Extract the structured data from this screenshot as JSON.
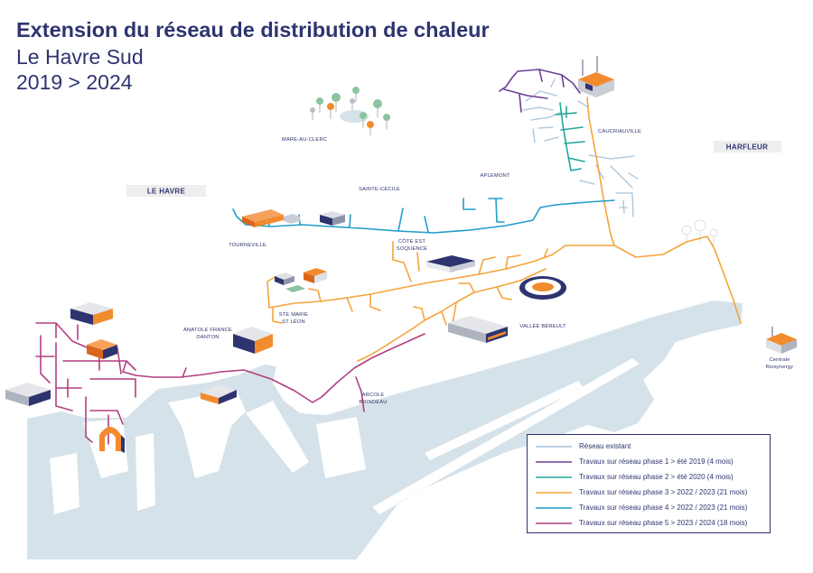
{
  "header": {
    "title": "Extension du réseau de distribution de chaleur",
    "subtitle": "Le Havre Sud",
    "period": "2019 > 2024"
  },
  "colors": {
    "navy": "#2e3470",
    "water": "#d6e2ea",
    "label_box": "#eeeeee"
  },
  "places": {
    "mare_au_clerc": "MARE-AU-CLERC",
    "caucriauville": "CAUCRIAUVILLE",
    "harfleur": "HARFLEUR",
    "le_havre": "LE HAVRE",
    "sainte_cecile": "SAINTE-CÉCILE",
    "aplemont": "APLEMONT",
    "tourneville": "TOURNEVILLE",
    "cote_est_soquence": [
      "CÔTE EST",
      "SOQUENCE"
    ],
    "ste_marie_st_leon": [
      "STE MARIE",
      "ST LÉON"
    ],
    "anatole_france_danton": [
      "ANATOLE FRANCE",
      "DANTON"
    ],
    "vallee_bereult": "VALLÉE BÉREULT",
    "arcole_brindeau": [
      "ARCOLE",
      "BRINDEAU"
    ],
    "centrale_biosynergy": [
      "Centrale",
      "Biosynergy"
    ]
  },
  "legend": [
    {
      "label": "Réseau existant",
      "color": "#a7c3db"
    },
    {
      "label": "Travaux sur réseau phase 1 > été 2019 (4 mois)",
      "color": "#6b3f98"
    },
    {
      "label": "Travaux sur réseau phase 2 > été 2020 (4 mois)",
      "color": "#1fa79b"
    },
    {
      "label": "Travaux sur réseau phase 3 > 2022 / 2023 (21 mois)",
      "color": "#f4a43a"
    },
    {
      "label": "Travaux sur réseau phase 4 > 2022 / 2023 (21 mois)",
      "color": "#1f9dcc"
    },
    {
      "label": "Travaux sur réseau phase 5 > 2023 / 2024 (18 mois)",
      "color": "#b23e80"
    }
  ]
}
